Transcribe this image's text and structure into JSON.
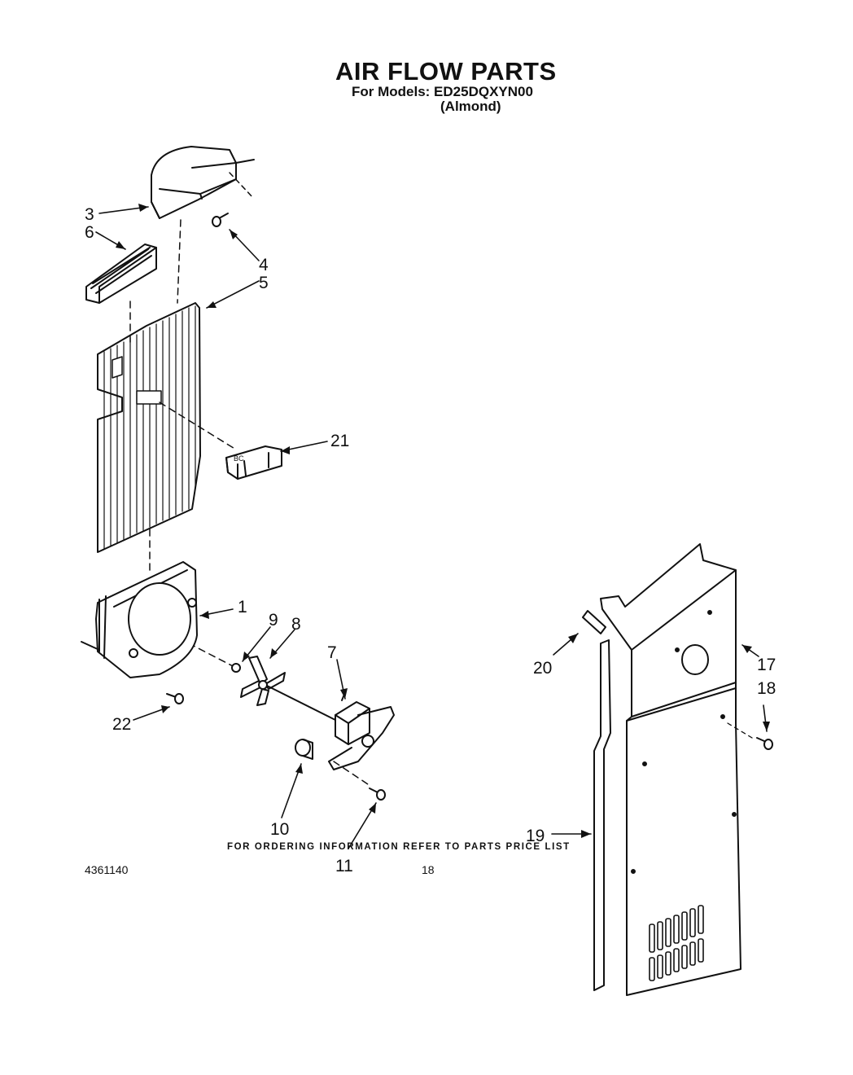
{
  "header": {
    "title": "AIR FLOW PARTS",
    "models_line": "For Models: ED25DQXYN00",
    "color_line": "(Almond)"
  },
  "callouts": [
    "3",
    "6",
    "4",
    "5",
    "21",
    "1",
    "9",
    "8",
    "7",
    "22",
    "10",
    "11",
    "20",
    "17",
    "18",
    "19"
  ],
  "footer": {
    "ordering_note": "FOR ORDERING INFORMATION REFER TO PARTS PRICE LIST",
    "document_number": "4361140",
    "page_number": "18"
  }
}
